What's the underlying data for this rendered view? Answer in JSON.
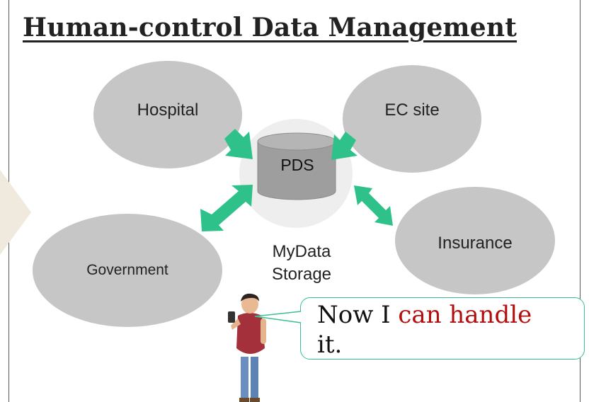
{
  "title": "Human-control Data Management",
  "nodes": {
    "hospital": "Hospital",
    "ec_site": "EC site",
    "government": "Government",
    "insurance": "Insurance",
    "pds": "PDS",
    "mydata_line1": "MyData",
    "mydata_line2": "Storage"
  },
  "speech": {
    "part1": "Now I ",
    "highlight": "can handle",
    "part2": "it."
  },
  "colors": {
    "node_fill": "#c6c6c6",
    "arrow": "#2ec28a",
    "highlight": "#b30d0d",
    "bubble_border": "#3bbf8f"
  }
}
